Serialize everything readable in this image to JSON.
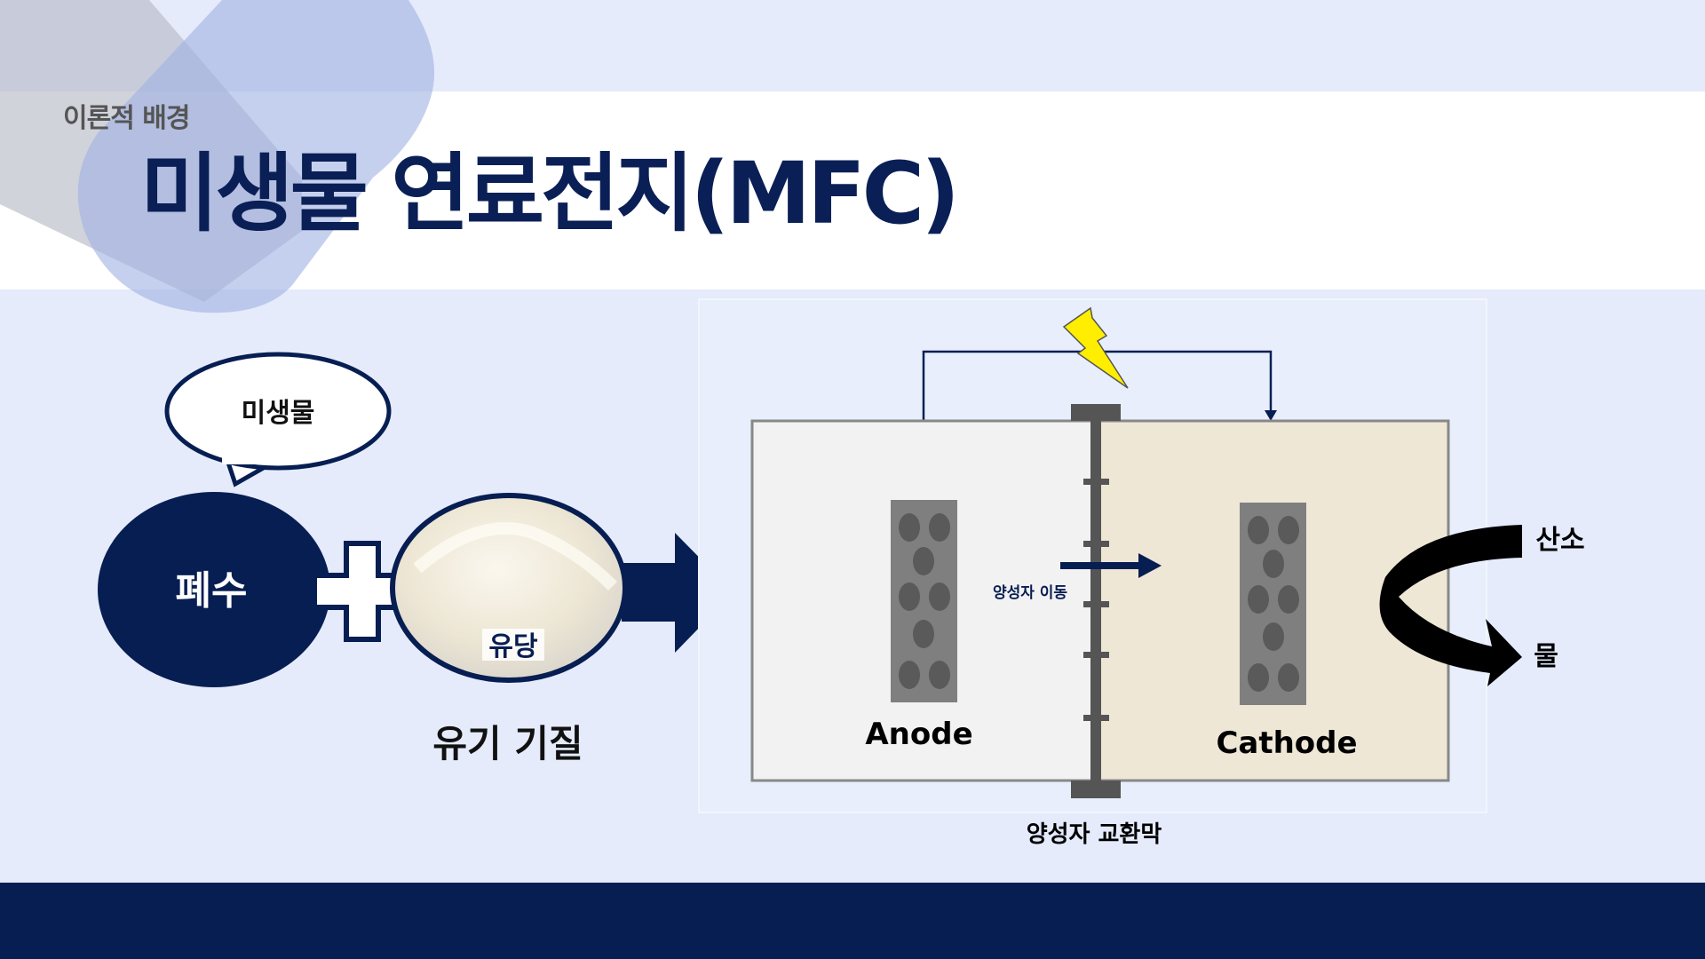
{
  "header": {
    "section_label": "이론적 배경",
    "title": "미생물 연료전지(MFC)"
  },
  "left_panel": {
    "bubble_label": "미생물",
    "wastewater_label": "폐수",
    "lactose_label": "유당",
    "substrate_caption": "유기 기질"
  },
  "diagram": {
    "anode_label": "Anode",
    "cathode_label": "Cathode",
    "proton_move_label": "양성자 이동",
    "membrane_label": "양성자 교환막",
    "oxygen_label": "산소",
    "water_label": "물"
  },
  "colors": {
    "navy": "#071e52",
    "anode_fill": "#f2f2f2",
    "cathode_fill": "#efe7d6",
    "lightning": "#ffee00"
  }
}
